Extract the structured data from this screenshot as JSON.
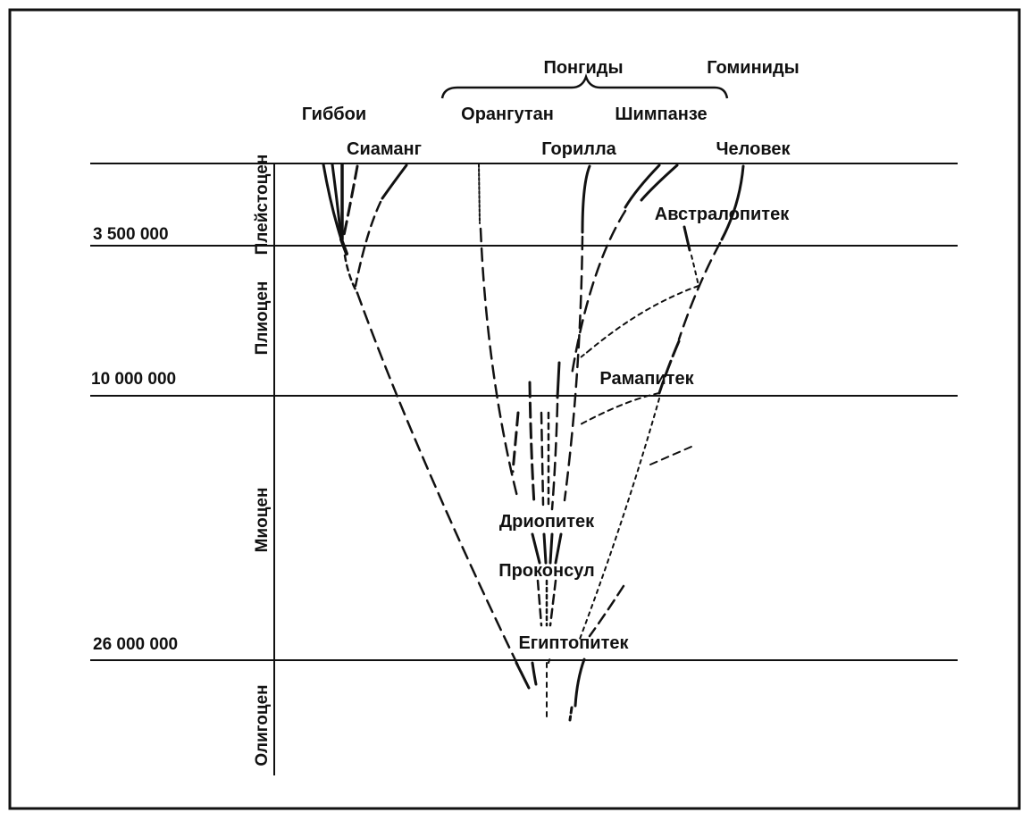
{
  "groups": {
    "pongids": "Понгиды",
    "hominids": "Гоминиды",
    "gibbons": "Гиббои"
  },
  "taxa": {
    "siamang": "Сиаманг",
    "orangutan": "Орангутан",
    "chimpanzee": "Шимпанзе",
    "gorilla": "Горилла",
    "human": "Человек",
    "australopithecus": "Австралопитек",
    "ramapithecus": "Рамапитек",
    "dryopithecus": "Дриопитек",
    "proconsul": "Проконсул",
    "aegyptopithecus": "Египтопитек"
  },
  "epochs": {
    "pleistocene": "Плейстоцен",
    "pliocene": "Плиоцен",
    "miocene": "Миоцен",
    "oligocene": "Олигоцен"
  },
  "dates": {
    "d1": "3 500 000",
    "d2": "10 000 000",
    "d3": "26 000 000"
  },
  "colors": {
    "ink": "#111111",
    "background": "#ffffff"
  }
}
